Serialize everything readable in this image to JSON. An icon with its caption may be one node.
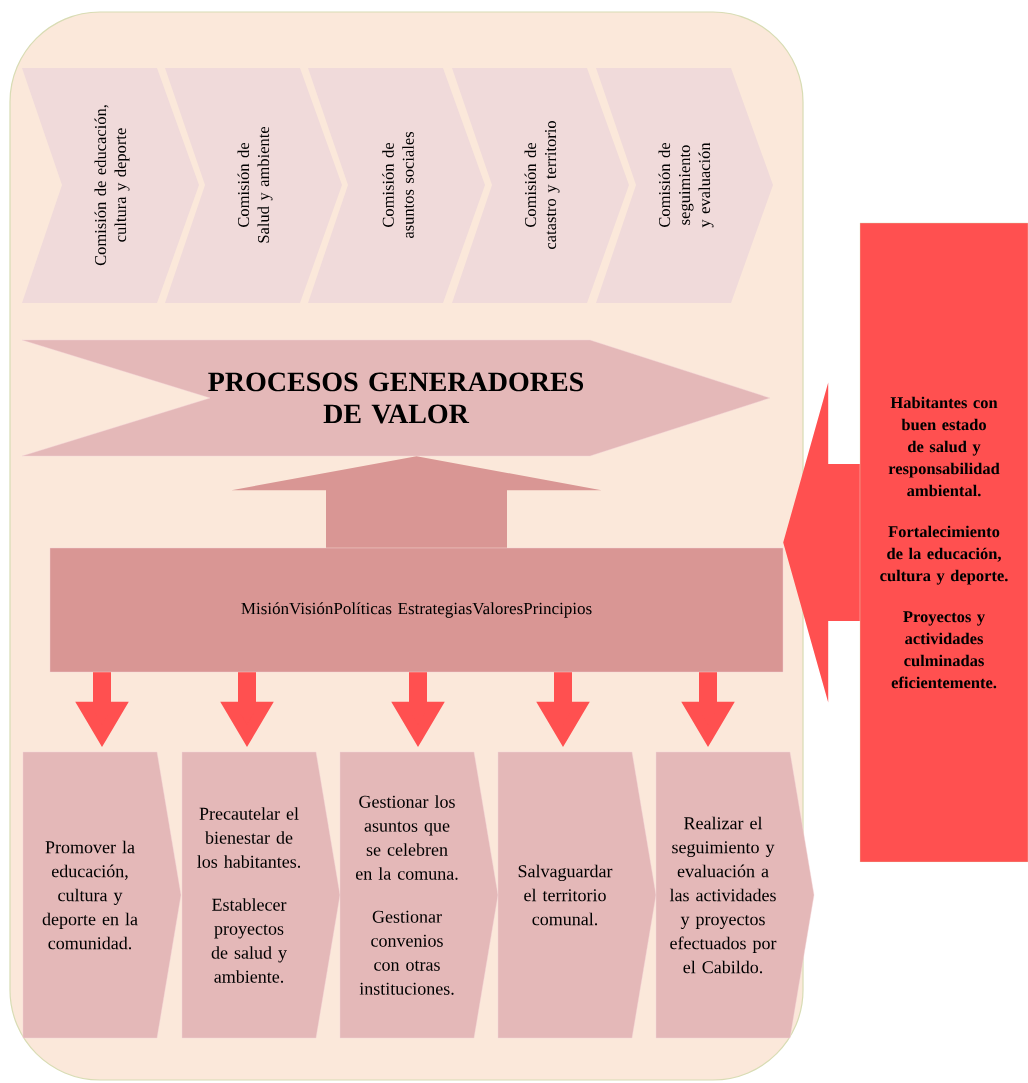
{
  "diagram": {
    "nodes": [
      {
        "text": [],
        "shape": "box"
      },
      {
        "text": [
          "Comisión de educación, cultura y deporte"
        ],
        "in": 0
      },
      {
        "text": [
          "Comisión de Salud y ambiente"
        ],
        "in": 0
      },
      {
        "text": [
          "Comisión de asuntos sociales"
        ],
        "in": 0
      },
      {
        "text": [
          "Comisión de catastro y territorio"
        ],
        "in": 0
      },
      {
        "text": [
          "Comisión de seguimiento y evaluación"
        ],
        "in": 0
      },
      {
        "text": [
          "PROCESOS GENERADORES DE VALOR"
        ],
        "in": 0
      },
      {
        "text": [
          "MisiónVisiónPolíticas EstrategiasValoresPrincipios"
        ],
        "in": 0
      },
      {
        "text": [
          "Promover la educación, cultura y deporte en la comunidad."
        ],
        "in": 0
      },
      {
        "text": [
          "Precautelar el bienestar de los habitantes.",
          "Establecer proyectos de salud y ambiente."
        ],
        "in": 0
      },
      {
        "text": [
          "Gestionar los asuntos que se celebren en la comuna.",
          "Gestionar convenios con otras instituciones."
        ],
        "in": 0
      },
      {
        "text": [
          "Salvaguardar el territorio comunal."
        ],
        "in": 0
      },
      {
        "text": [
          "Realizar el seguimiento y evaluación a las actividades y proyectos efectuados por el Cabildo."
        ],
        "in": 0
      },
      {
        "text": [
          "Habitantes con buen estado de salud y responsabilidad ambiental.",
          "Fortalecimiento de la educación, cultura y deporte.",
          "Proyectos y actividades culminadas eficientemente."
        ]
      }
    ],
    "edges": [
      {
        "from": 7,
        "to": 6,
        "arrow": "to",
        "color": "#d99694",
        "style": "thick"
      },
      {
        "from": 7,
        "to": 8,
        "arrow": "to"
      },
      {
        "from": 7,
        "to": 9,
        "arrow": "to"
      },
      {
        "from": 7,
        "to": 10,
        "arrow": "to"
      },
      {
        "from": 7,
        "to": 11,
        "arrow": "to"
      },
      {
        "from": 7,
        "to": 12,
        "arrow": "to"
      },
      {
        "from": 13,
        "to": 7,
        "arrow": "to",
        "style": "thick"
      }
    ]
  }
}
